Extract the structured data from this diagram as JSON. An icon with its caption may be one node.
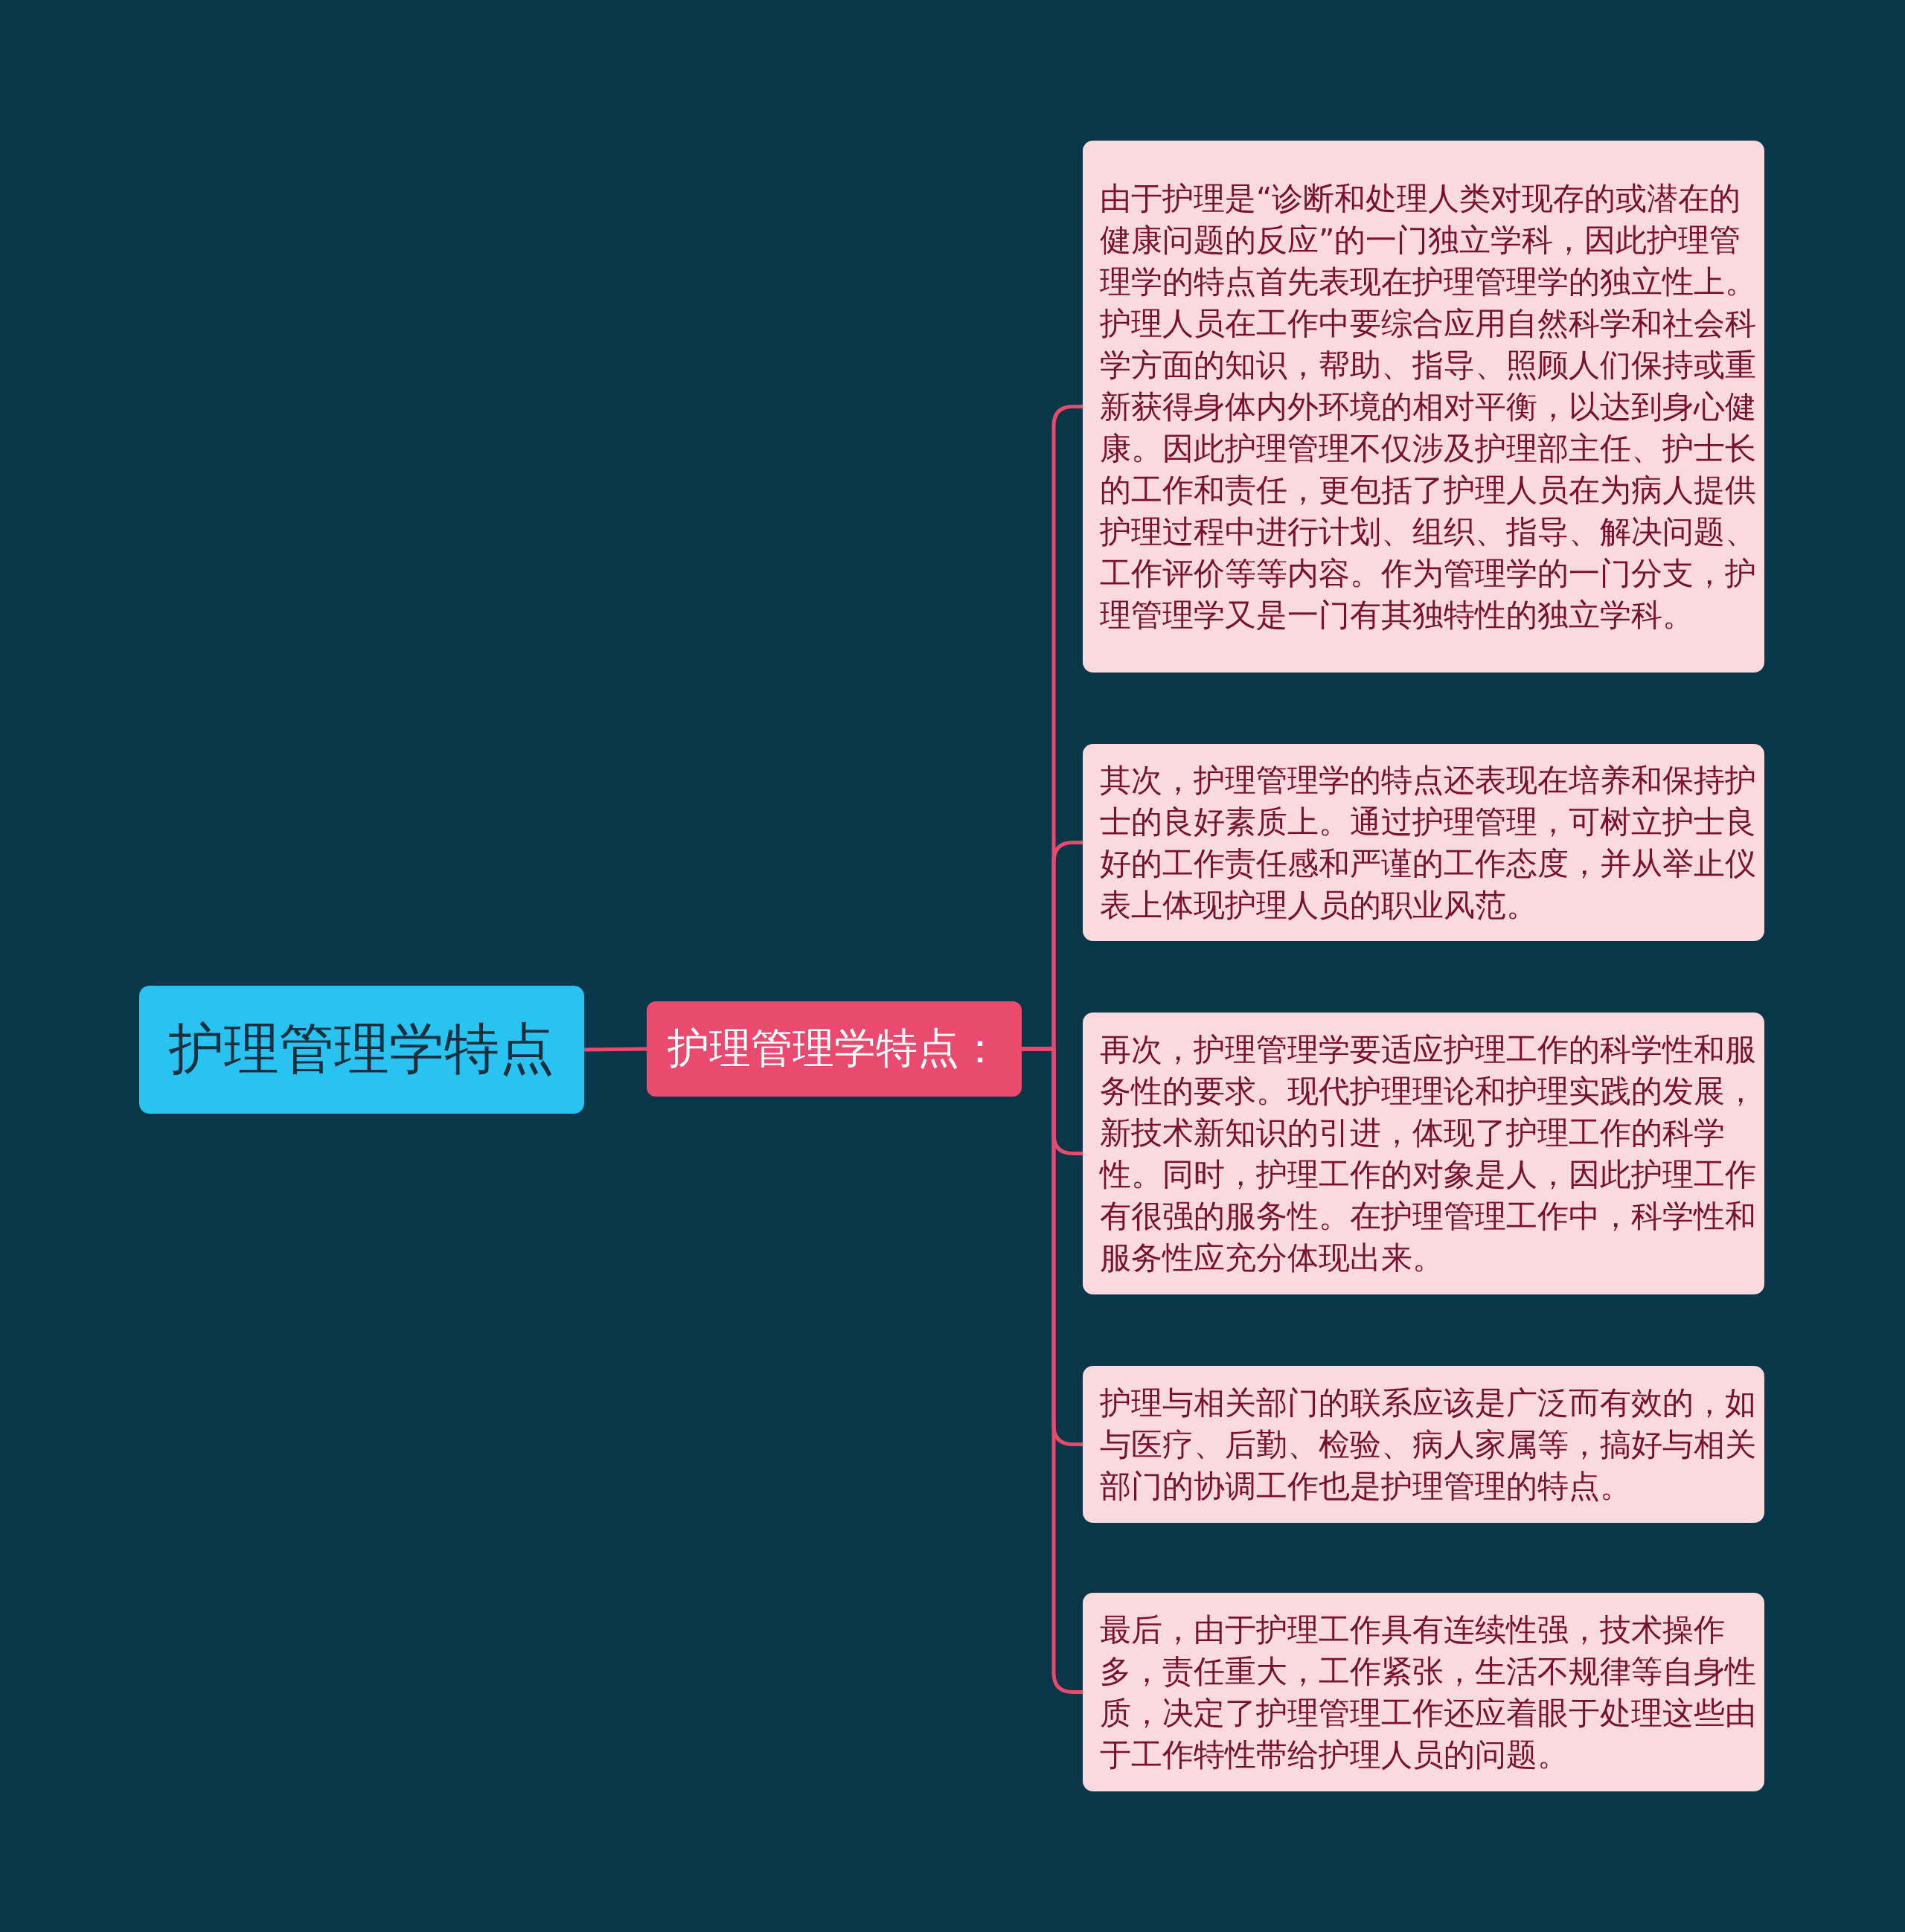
{
  "diagram": {
    "nodes": [
      {
        "text": [
          "护理管理学特点"
        ]
      },
      {
        "text": [
          "护理管理学特点："
        ]
      },
      {
        "text": [
          "由于护理是“诊断和处理人类对现存的或潜在的健康问题的反应”的一门独立学科，因此护理管理学的特点首先表现在护理管理学的独立性上。护理人员在工作中要综合应用自然科学和社会科学方面的知识，帮助、指导、照顾人们保持或重新获得身体内外环境的相对平衡，以达到身心健康。因此护理管理不仅涉及护理部主任、护士长的工作和责任，更包括了护理人员在为病人提供护理过程中进行计划、组织、指导、解决问题、工作评价等等内容。作为管理学的一门分支，护理管理学又是一门有其独特性的独立学科。"
        ]
      },
      {
        "text": [
          "其次，护理管理学的特点还表现在培养和保持护士的良好素质上。通过护理管理，可树立护士良好的工作责任感和严谨的工作态度，并从举止仪表上体现护理人员的职业风范。"
        ]
      },
      {
        "text": [
          "再次，护理管理学要适应护理工作的科学性和服务性的要求。现代护理理论和护理实践的发展，新技术新知识的引进，体现了护理工作的科学性。同时，护理工作的对象是人，因此护理工作有很强的服务性。在护理管理工作中，科学性和服务性应充分体现出来。"
        ]
      },
      {
        "text": [
          "护理与相关部门的联系应该是广泛而有效的，如与医疗、后勤、检验、病人家属等，搞好与相关部门的协调工作也是护理管理的特点。"
        ]
      },
      {
        "text": [
          "最后，由于护理工作具有连续性强，技术操作多，责任重大，工作紧张，生活不规律等自身性质，决定了护理管理工作还应着眼于处理这些由于工作特性带给护理人员的问题。"
        ]
      }
    ],
    "edges": [
      {
        "from": 0,
        "to": 1,
        "arrow": "none"
      },
      {
        "from": 1,
        "to": 2,
        "arrow": "none"
      },
      {
        "from": 1,
        "to": 3,
        "arrow": "none"
      },
      {
        "from": 1,
        "to": 4,
        "arrow": "none"
      },
      {
        "from": 1,
        "to": 5,
        "arrow": "none"
      },
      {
        "from": 1,
        "to": 6,
        "arrow": "none"
      }
    ]
  }
}
